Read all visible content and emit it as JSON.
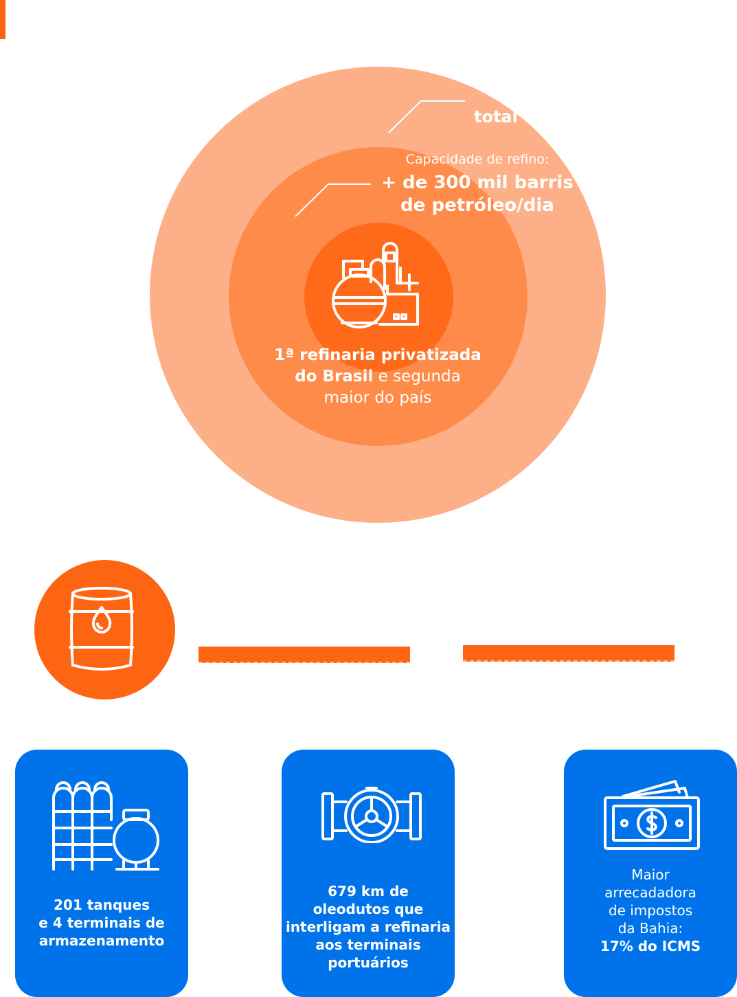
{
  "header": {
    "accent_color": "#fe6512"
  },
  "circles": {
    "colors": {
      "outer": "#fdb088",
      "middle": "#fe8b4a",
      "inner": "#fe6a1a"
    },
    "outer_partial": {
      "line1": "",
      "line2": "total"
    },
    "refining": {
      "label": "Capacidade de refino:",
      "value_line1": "+ de 300 mil barris",
      "value_line2": "de petróleo/dia"
    },
    "refinery": {
      "line1_bold": "1ª refinaria privatizada",
      "line2_bold": "do Brasil",
      "line2_rest": " e segunda",
      "line3": "maior do país",
      "icon": "refinery-icon"
    }
  },
  "barrel": {
    "icon": "oil-barrel-icon",
    "color": "#fe6512"
  },
  "cards": {
    "color": "#0073ea",
    "storage": {
      "icon": "storage-tanks-icon",
      "line1": "201 tanques",
      "line2": "e 4 terminais de",
      "line3": "armazenamento"
    },
    "pipeline": {
      "icon": "pipeline-valve-icon",
      "line1": "679 km de",
      "line2": "oleodutos que",
      "line3": "interligam a refinaria",
      "line4": "aos terminais",
      "line5": "portuários"
    },
    "taxes": {
      "icon": "money-bills-icon",
      "line1": "Maior",
      "line2": "arrecadadora",
      "line3": "de impostos",
      "line4": "da Bahia:",
      "line5": "17% do ICMS"
    }
  }
}
